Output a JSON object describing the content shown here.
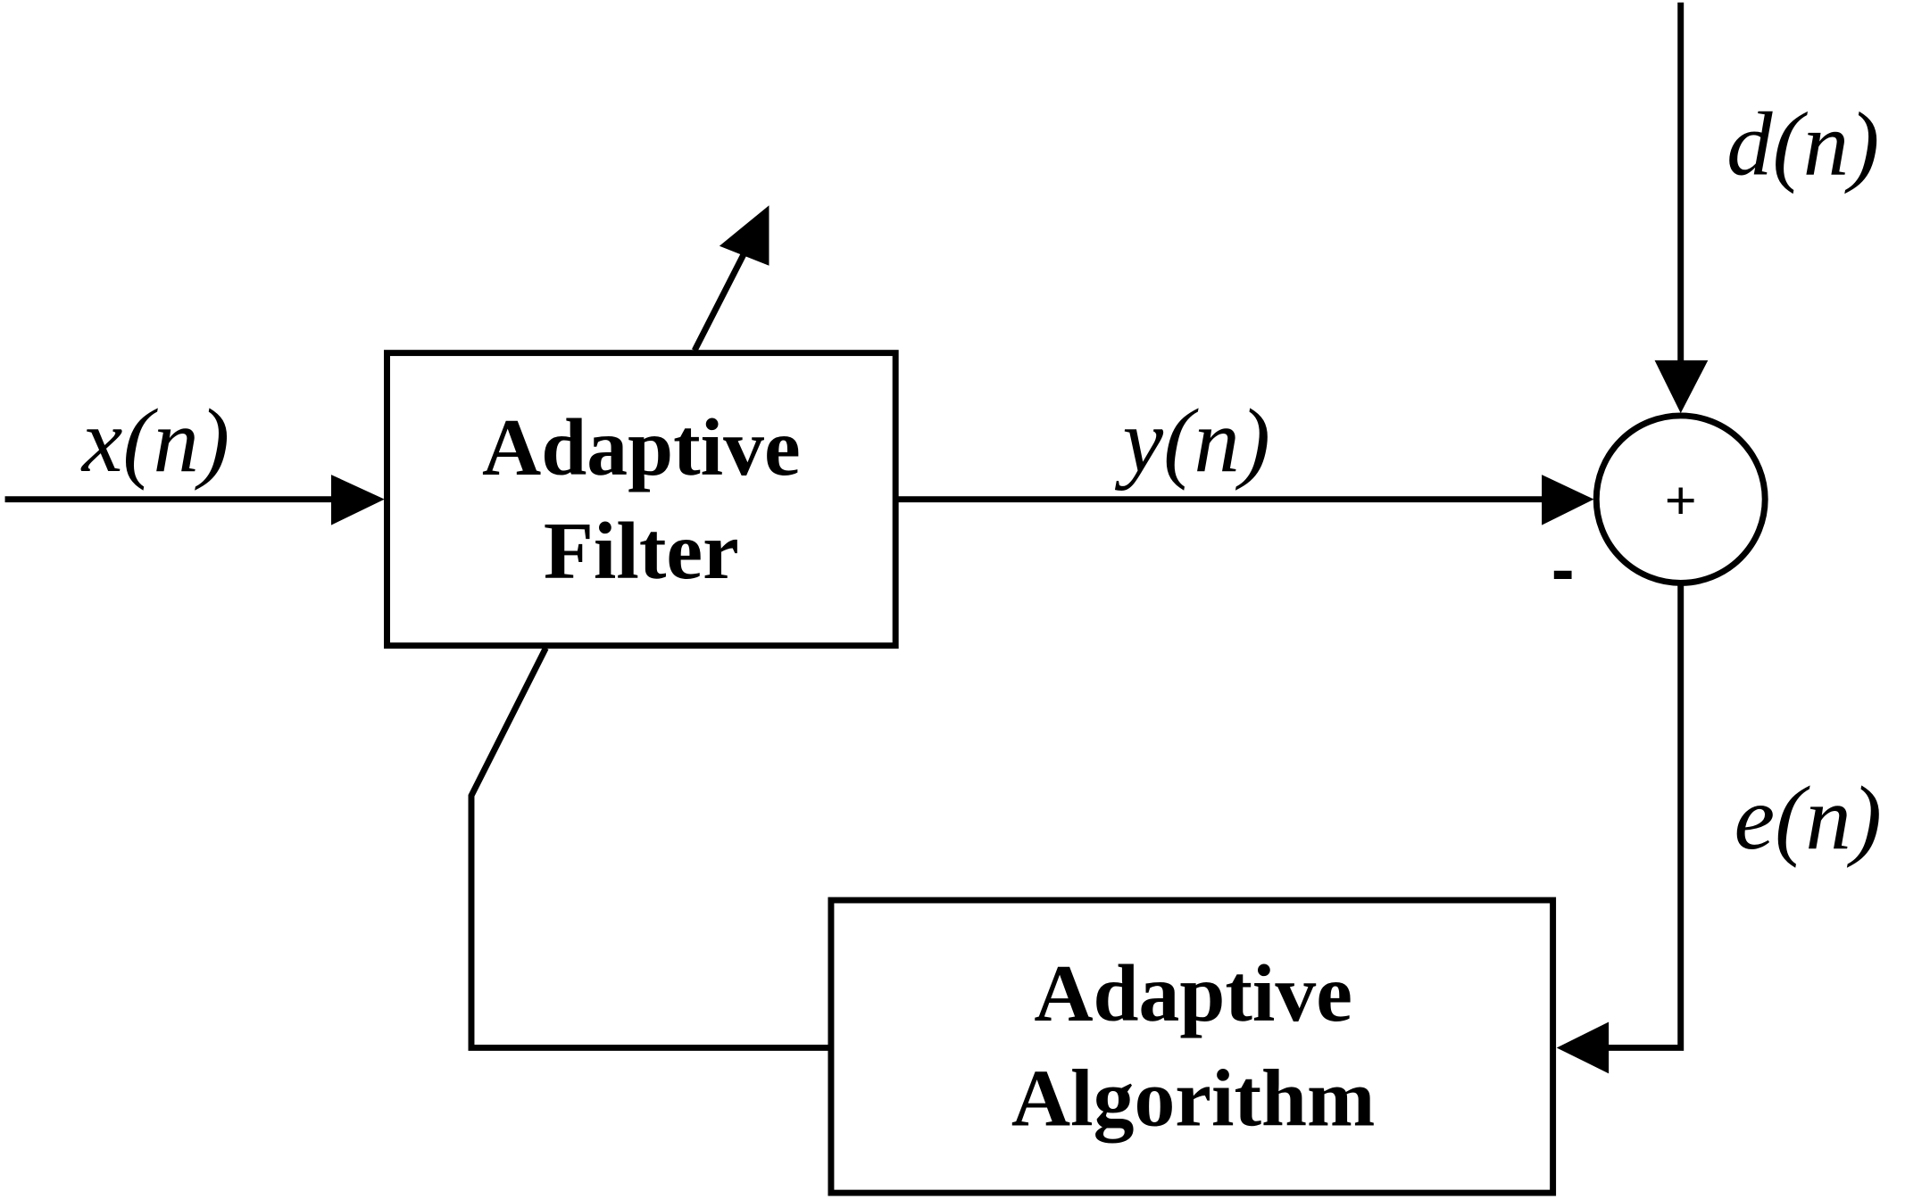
{
  "blocks": {
    "filter": {
      "line1": "Adaptive",
      "line2": "Filter"
    },
    "algorithm": {
      "line1": "Adaptive",
      "line2": "Algorithm"
    }
  },
  "signals": {
    "input": "x(n)",
    "output": "y(n)",
    "desired": "d(n)",
    "error": "e(n)"
  },
  "summing_junction": {
    "plus": "+",
    "minus": "-"
  },
  "colors": {
    "stroke": "#000000",
    "background": "#ffffff"
  }
}
